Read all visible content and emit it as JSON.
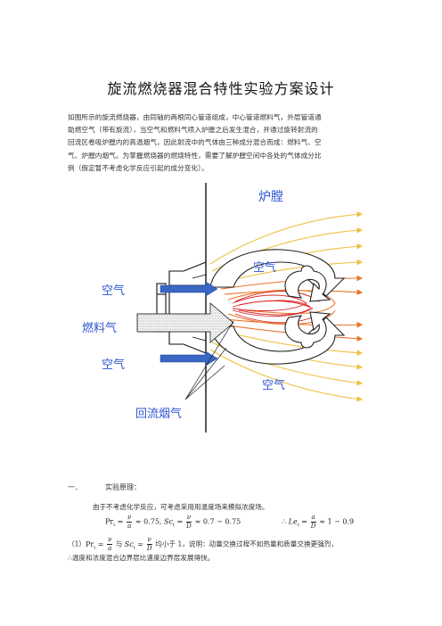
{
  "title": "旋流燃烧器混合特性实验方案设计",
  "intro": {
    "lines": [
      "如图所示的旋流燃烧器，由同轴的两根同心管道组成，中心管道燃料气，外层管道通",
      "助燃空气（带有旋流），当空气和燃料气喷入炉膛之后发生混合，并通过旋转射流的",
      "回流区卷吸炉膛内的高温烟气，因此射流中的气体由三种成分混合而成：燃料气、空",
      "气、炉膛内烟气。为掌握燃烧器的燃烧特性，需要了解炉膛空间中各处的气体成分比",
      "例（假定暂不考虑化学反应引起的成分变化）。"
    ]
  },
  "figure": {
    "labels": {
      "furnace": "炉膛",
      "air_top_right": "空气",
      "air_left_top": "空气",
      "fuel": "燃料气",
      "air_left_bottom": "空气",
      "air_bottom_right": "空气",
      "flue_gas": "回流烟气"
    },
    "colors": {
      "label": "#2f55d4",
      "yellow_lines": "#f0c040",
      "orange_lines": "#e8742a",
      "red_lines": "#d82828",
      "blue_arrow": "#3a66c4",
      "wall": "#111111"
    }
  },
  "section1": {
    "number": "一．",
    "title": "实验原理：",
    "line1": "由于不考虑化学反应，可考虑采用用温度场来模拟浓度场。",
    "eq1_left": "Pr",
    "eq1_left_sub": "t",
    "eq1_nu": "ν",
    "eq1_a": "a",
    "eq1_val1": "≈ 0.75,",
    "eq1_sc": "Sc",
    "eq1_sc_sub": "t",
    "eq1_D": "D",
    "eq1_val2": "≈ 0.7 − 0.75",
    "eq2_prefix": "∴",
    "eq2_le": "Le",
    "eq2_le_sub": "t",
    "eq2_val": "≈ 1 − 0.9",
    "note1_prefix": "（1）",
    "note1_and": "与",
    "note1_text": "均小于 1，说明：动量交换过程不如热量和质量交换更强烈，",
    "note2": "∴温度和浓度混合边界层比速度边界层发展得快。"
  }
}
